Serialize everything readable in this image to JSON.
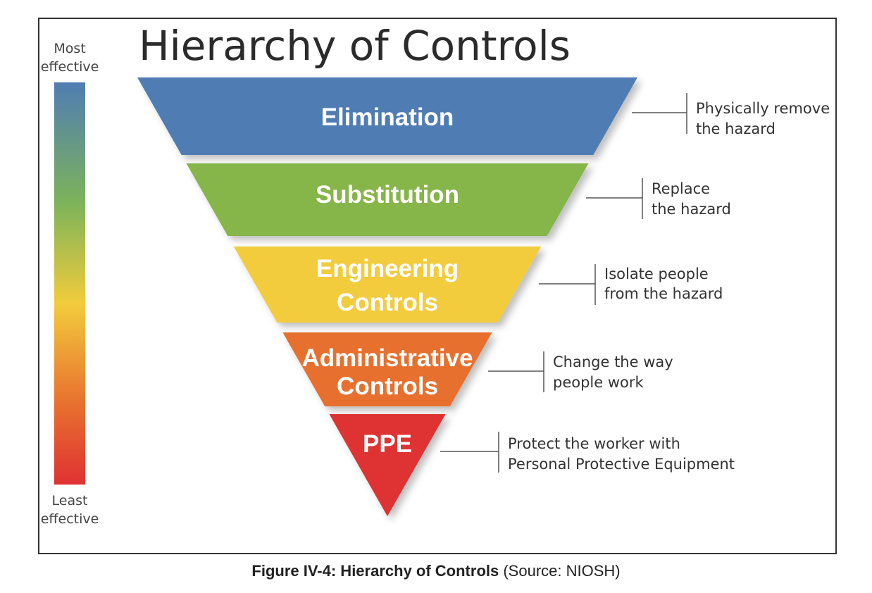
{
  "title": "Hierarchy of Controls",
  "scale": {
    "top_label": [
      "Most",
      "effective"
    ],
    "bottom_label": [
      "Least",
      "effective"
    ]
  },
  "levels": [
    {
      "name": [
        "Elimination"
      ],
      "description": [
        "Physically remove",
        "the hazard"
      ],
      "color": "#4f7db3"
    },
    {
      "name": [
        "Substitution"
      ],
      "description": [
        "Replace",
        "the hazard"
      ],
      "color": "#86b54a"
    },
    {
      "name": [
        "Engineering",
        "Controls"
      ],
      "description": [
        "Isolate people",
        "from the hazard"
      ],
      "color": "#f2cc3c"
    },
    {
      "name": [
        "Administrative",
        "Controls"
      ],
      "description": [
        "Change the way",
        "people work"
      ],
      "color": "#e8702f"
    },
    {
      "name": [
        "PPE"
      ],
      "description": [
        "Protect the worker with",
        "Personal Protective Equipment"
      ],
      "color": "#df3232"
    }
  ],
  "caption": {
    "bold": "Figure IV-4: Hierarchy of Controls",
    "normal": " (Source: NIOSH)"
  }
}
